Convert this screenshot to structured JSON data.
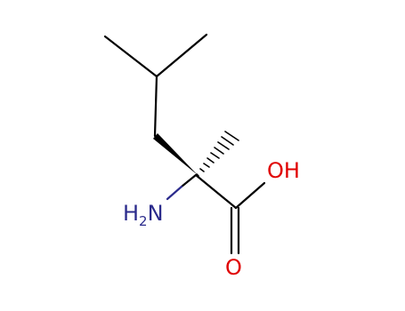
{
  "molecule": {
    "colors": {
      "bond": "#000000",
      "nitrogen": "#2b2b8c",
      "oxygen": "#e00000"
    },
    "labels": {
      "hydroxyl": "OH",
      "carbonyl_oxygen": "O",
      "amine_main": "H",
      "amine_subscript": "2",
      "amine_tail": "N"
    }
  }
}
